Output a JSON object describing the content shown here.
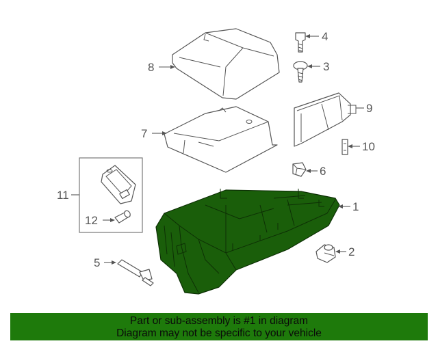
{
  "callouts": {
    "c1": "1",
    "c2": "2",
    "c3": "3",
    "c4": "4",
    "c5": "5",
    "c6": "6",
    "c7": "7",
    "c8": "8",
    "c9": "9",
    "c10": "10",
    "c11": "11",
    "c12": "12"
  },
  "banner": {
    "line1": "Part or sub-assembly is #1 in diagram",
    "line2": "Diagram may not be specific to your vehicle",
    "color": "#1e7a0b"
  },
  "highlight_color": "#1a5e0a"
}
